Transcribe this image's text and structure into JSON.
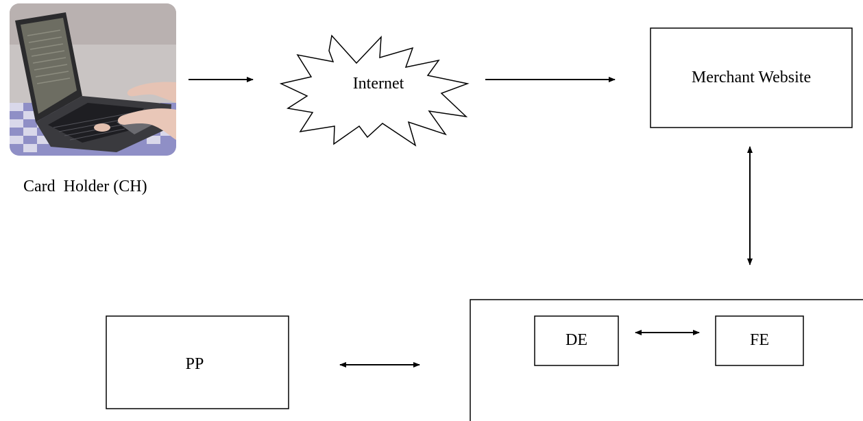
{
  "nodes": {
    "card_holder": {
      "label": "Card  Holder (CH)",
      "image": "laptop-typing-photo"
    },
    "internet": {
      "label": "Internet",
      "shape": "starburst-cloud"
    },
    "merchant_website": {
      "label": "Merchant Website"
    },
    "pp": {
      "label": "PP"
    },
    "de": {
      "label": "DE"
    },
    "fe": {
      "label": "FE"
    }
  },
  "edges": [
    {
      "from": "card_holder",
      "to": "internet",
      "direction": "one-way"
    },
    {
      "from": "internet",
      "to": "merchant_website",
      "direction": "one-way"
    },
    {
      "from": "merchant_website",
      "to": "system-container",
      "direction": "two-way"
    },
    {
      "from": "pp",
      "to": "system-container",
      "direction": "two-way"
    },
    {
      "from": "de",
      "to": "fe",
      "direction": "two-way"
    }
  ],
  "colors": {
    "stroke": "#000000",
    "background": "#ffffff"
  }
}
